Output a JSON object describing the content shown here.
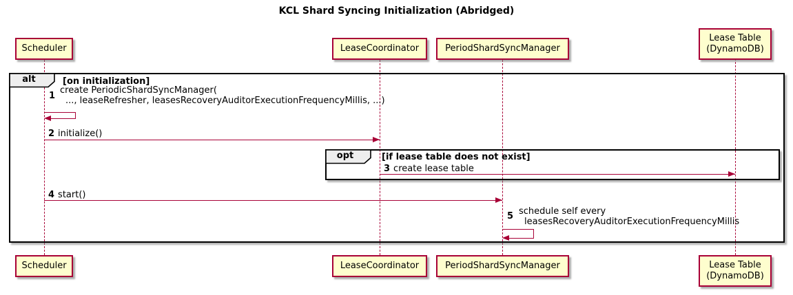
{
  "title": "KCL Shard Syncing Initialization (Abridged)",
  "participants": [
    {
      "id": "scheduler",
      "label": "Scheduler",
      "lines": [
        "Scheduler"
      ]
    },
    {
      "id": "lease-coordinator",
      "label": "LeaseCoordinator",
      "lines": [
        "LeaseCoordinator"
      ]
    },
    {
      "id": "period-shard-sync-manager",
      "label": "PeriodShardSyncManager",
      "lines": [
        "PeriodShardSyncManager"
      ]
    },
    {
      "id": "lease-table",
      "label": "Lease Table (DynamoDB)",
      "lines": [
        "Lease Table",
        "(DynamoDB)"
      ]
    }
  ],
  "frames": {
    "alt": {
      "label": "alt",
      "condition": "[on initialization]"
    },
    "opt": {
      "label": "opt",
      "condition": "[if lease table does not exist]"
    }
  },
  "messages": [
    {
      "num": "1",
      "kind": "self",
      "from": "Scheduler",
      "to": "Scheduler",
      "line1": "create PeriodicShardSyncManager(",
      "line2": "..., leaseRefresher, leasesRecoveryAuditorExecutionFrequencyMillis, ...)"
    },
    {
      "num": "2",
      "kind": "arrow",
      "from": "Scheduler",
      "to": "LeaseCoordinator",
      "text": "initialize()"
    },
    {
      "num": "3",
      "kind": "arrow",
      "from": "LeaseCoordinator",
      "to": "Lease Table (DynamoDB)",
      "text": "create lease table"
    },
    {
      "num": "4",
      "kind": "arrow",
      "from": "Scheduler",
      "to": "PeriodShardSyncManager",
      "text": "start()"
    },
    {
      "num": "5",
      "kind": "self",
      "from": "PeriodShardSyncManager",
      "to": "PeriodShardSyncManager",
      "line1": "schedule self every",
      "line2": "leasesRecoveryAuditorExecutionFrequencyMillis"
    }
  ],
  "colors": {
    "participant_fill": "#FEFECE",
    "participant_border": "#A80036",
    "arrow": "#A80036",
    "lifeline": "#A80036",
    "frame_border": "#000000",
    "frame_header_fill": "#EEEEEE",
    "background": "#FFFFFF"
  }
}
